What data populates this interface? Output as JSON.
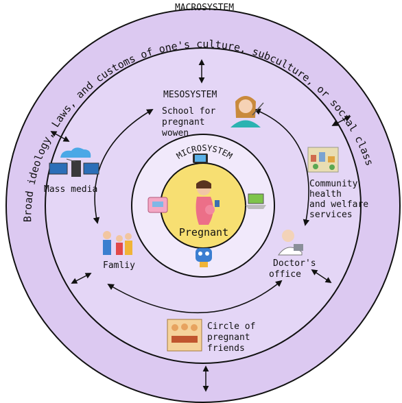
{
  "colors": {
    "outer_fill": "#dcc9f1",
    "inner_fill": "#f1e9fb",
    "center_fill": "#f7df72",
    "stroke": "#111111"
  },
  "rings": {
    "macrosystem": "MACROSYSTEM",
    "mesosystem": "MESOSYSTEM",
    "microsystem": "MICROSYSTEM"
  },
  "arc_text": {
    "broad": "Broad ideology, Laws, and customs of one's culture, subculture, or social class"
  },
  "center": {
    "label": "Pregnant"
  },
  "nodes": {
    "school": [
      "School for",
      "pregnant",
      "wowen"
    ],
    "mass_media": [
      "Mass media"
    ],
    "community": [
      "Community",
      "health",
      "and welfare",
      "services"
    ],
    "family": [
      "Famliy"
    ],
    "doctor": [
      "Doctor's",
      "office"
    ],
    "friends": [
      "Circle of",
      "pregnant",
      "friends"
    ]
  },
  "icons": [
    "teacher-icon",
    "computer-network-icon",
    "town-icon",
    "family-icon",
    "doctor-icon",
    "friends-group-icon",
    "pregnant-woman-icon",
    "tablet-icon",
    "laptop-icon",
    "book-icon",
    "toy-robot-icon"
  ]
}
